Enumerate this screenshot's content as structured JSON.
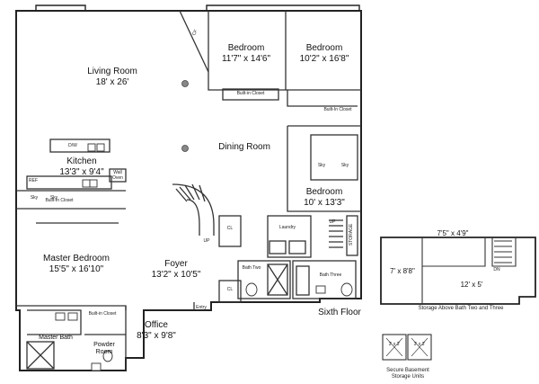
{
  "plan": {
    "floor_label": "Sixth Floor",
    "rooms": {
      "living": {
        "name": "Living Room",
        "dims": "18' x 26'"
      },
      "bedroom1": {
        "name": "Bedroom",
        "dims": "11'7\" x 14'6\""
      },
      "bedroom2": {
        "name": "Bedroom",
        "dims": "10'2\" x 16'8\""
      },
      "dining": {
        "name": "Dining Room",
        "dims": ""
      },
      "kitchen": {
        "name": "Kitchen",
        "dims": "13'3\" x 9'4\""
      },
      "bedroom3": {
        "name": "Bedroom",
        "dims": "10' x 13'3\""
      },
      "master": {
        "name": "Master Bedroom",
        "dims": "15'5\" x 16'10\""
      },
      "foyer": {
        "name": "Foyer",
        "dims": "13'2\" x 10'5\""
      },
      "office": {
        "name": "Office",
        "dims": "8'3\" x 9'8\""
      },
      "master_bath": {
        "name": "Master Bath"
      },
      "powder": {
        "name": "Powder Room"
      }
    },
    "fixtures": {
      "built_in_closet_bedroom": "Built-in Closet",
      "built_in_closet_dining": "Built-In Closet",
      "built_in_closet_kitchen": "Built-In Closet",
      "built_in_closet_master": "Built-in Closet",
      "skylight": "Sky",
      "closet": "CL",
      "laundry": "Laundry",
      "bath_two": "Bath Two",
      "bath_three": "Bath Three",
      "entry": "Entry",
      "up": "UP",
      "dn": "DN",
      "dw": "D/W",
      "ref": "REF",
      "wall_oven": "Wall Oven",
      "storage": "STORAGE",
      "cl_fireplace": "CF"
    },
    "storage_above": {
      "caption": "Storage Above Bath Two and Three",
      "rooms": [
        {
          "dims": "7'5\" x 4'9\""
        },
        {
          "dims": "7' x 8'8\""
        },
        {
          "dims": "12' x 5'"
        }
      ],
      "dn": "DN"
    },
    "basement": {
      "caption_line1": "Secure Basement",
      "caption_line2": "Storage Units",
      "units": [
        "3' x 3'",
        "3' x 3'"
      ]
    }
  }
}
